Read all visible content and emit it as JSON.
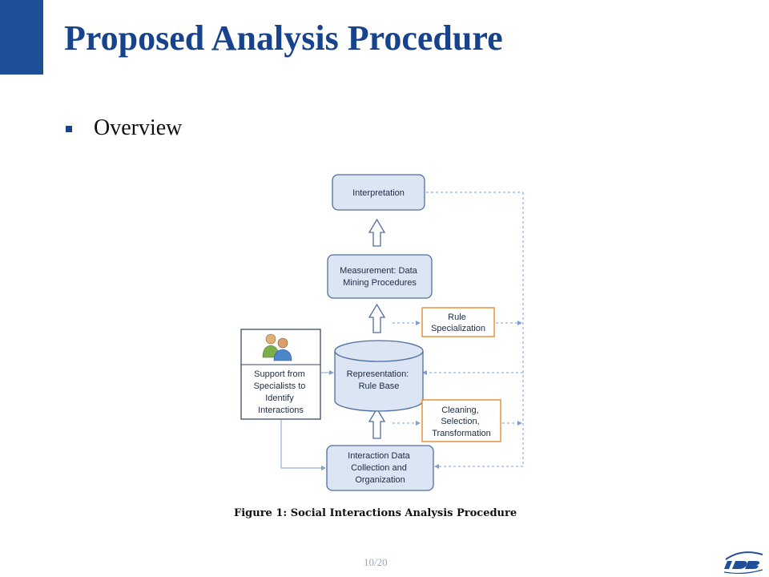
{
  "slide": {
    "title": "Proposed Analysis Procedure",
    "bullet": "Overview",
    "page_number": "10/20"
  },
  "diagram": {
    "nodes": {
      "interpretation": [
        "Interpretation"
      ],
      "measurement": [
        "Measurement: Data",
        "Mining Procedures"
      ],
      "rule_specialization": [
        "Rule",
        "Specialization"
      ],
      "representation": [
        "Representation:",
        "Rule Base"
      ],
      "cleaning": [
        "Cleaning,",
        "Selection,",
        "Transformation"
      ],
      "interaction_data": [
        "Interaction Data",
        "Collection and",
        "Organization"
      ],
      "support": [
        "Support from",
        "Specialists to",
        "Identify",
        "Interactions"
      ]
    },
    "caption": "Figure 1: Social Interactions Analysis Procedure"
  },
  "colors": {
    "title": "#16438c",
    "corner_block": "#1f4e99",
    "node_fill": "#dbe5f3",
    "node_stroke": "#4f6f9f",
    "orange_stroke": "#e8923a",
    "dashed_line": "#7f9fcf"
  },
  "icons": {
    "support_icon": "two-people-icon",
    "logo": "idb-logo"
  }
}
